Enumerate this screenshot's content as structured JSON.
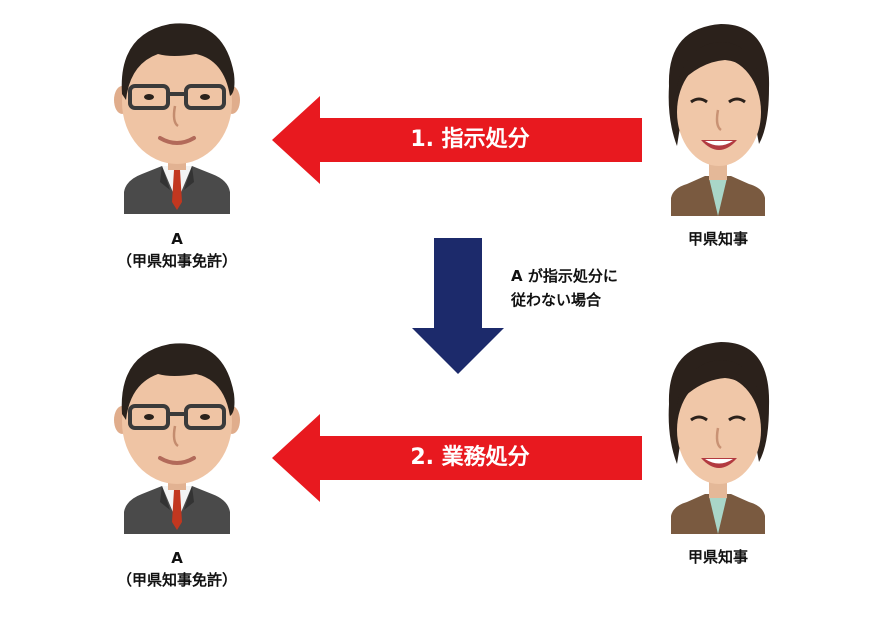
{
  "colors": {
    "red_arrow": "#e8191f",
    "navy_arrow": "#1c2a6b",
    "text": "#111111",
    "arrow_text": "#ffffff"
  },
  "top": {
    "left_person": {
      "name": "A",
      "role": "（甲県知事免許）",
      "icon": "man-with-glasses-icon"
    },
    "right_person": {
      "name": "甲県知事",
      "icon": "woman-icon"
    },
    "arrow_label": "1. 指示処分"
  },
  "middle": {
    "condition_line1": "A が指示処分に",
    "condition_line2": "従わない場合"
  },
  "bottom": {
    "left_person": {
      "name": "A",
      "role": "（甲県知事免許）",
      "icon": "man-with-glasses-icon"
    },
    "right_person": {
      "name": "甲県知事",
      "icon": "woman-icon"
    },
    "arrow_label": "2. 業務処分"
  }
}
